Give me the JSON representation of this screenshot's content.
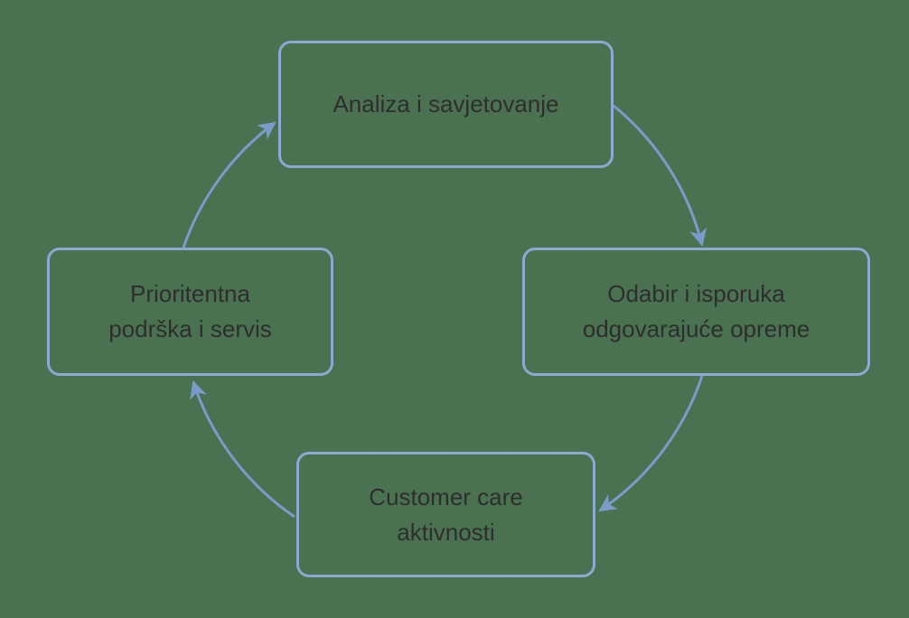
{
  "colors": {
    "background": "#4a7150",
    "box-border": "#8aaad2",
    "arrow": "#7b9cca",
    "text": "#2e2e2e"
  },
  "diagram": {
    "type": "cycle",
    "direction": "clockwise",
    "nodes": [
      {
        "id": "analiza",
        "position": "top",
        "label": "Analiza i savjetovanje",
        "lines": [
          "Analiza i savjetovanje"
        ]
      },
      {
        "id": "odabir",
        "position": "right",
        "label": "Odabir i isporuka odgovarajuće opreme",
        "lines": [
          "Odabir i isporuka",
          "odgovarajuće opreme"
        ]
      },
      {
        "id": "customer-care",
        "position": "bottom",
        "label": "Customer care aktivnosti",
        "lines": [
          "Customer care",
          "aktivnosti"
        ]
      },
      {
        "id": "podrska",
        "position": "left",
        "label": "Prioritentna podrška i servis",
        "lines": [
          "Prioritentna",
          "podrška i servis"
        ]
      }
    ],
    "edges": [
      {
        "from": "podrska",
        "to": "analiza"
      },
      {
        "from": "analiza",
        "to": "odabir"
      },
      {
        "from": "odabir",
        "to": "customer-care"
      },
      {
        "from": "customer-care",
        "to": "podrska"
      }
    ]
  }
}
